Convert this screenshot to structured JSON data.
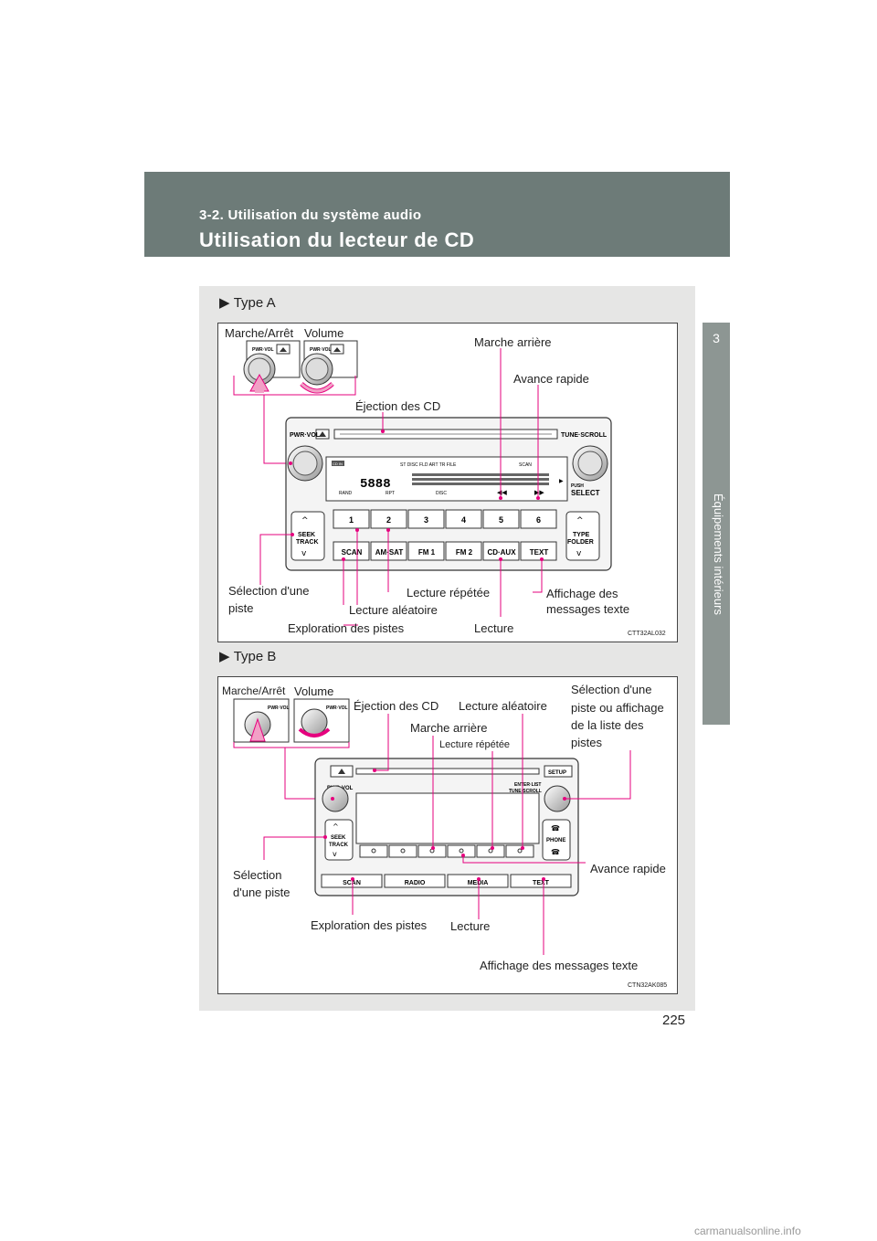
{
  "header": {
    "section": "3-2. Utilisation du système audio",
    "title": "Utilisation du lecteur de CD"
  },
  "sidetab": {
    "number": "3",
    "label": "Équipements intérieurs"
  },
  "typeA": {
    "heading": "Type A",
    "labels": {
      "power": "Marche/Arrêt",
      "volume": "Volume",
      "rewind": "Marche arrière",
      "fastforward": "Avance rapide",
      "eject": "Éjection des CD",
      "track_select_1": "Sélection d'une",
      "track_select_2": "piste",
      "repeat": "Lecture répétée",
      "text_display_1": "Affichage des",
      "text_display_2": "messages texte",
      "random": "Lecture aléatoire",
      "scan": "Exploration des pistes",
      "play": "Lecture"
    },
    "code": "CTT32AL032",
    "unit": {
      "pwr_vol": "PWR·VOL",
      "tune_scroll": "TUNE·SCROLL",
      "push": "PUSH",
      "select": "SELECT",
      "seek": "SEEK",
      "track": "TRACK",
      "type": "TYPE",
      "folder": "FOLDER",
      "presets": [
        "1",
        "2",
        "3",
        "4",
        "5",
        "6"
      ],
      "bottom_buttons": [
        "SCAN",
        "AM·SAT",
        "FM 1",
        "FM 2",
        "CD·AUX",
        "TEXT"
      ],
      "display_top": "ST    DISC         FLD  ART   TR   FILE",
      "display_scan": "SCAN",
      "display_cdin": "CD IN",
      "display_rand": "RAND",
      "display_rpt": "RPT",
      "display_disc": "DISC"
    }
  },
  "typeB": {
    "heading": "Type B",
    "labels": {
      "power": "Marche/Arrêt",
      "volume": "Volume",
      "eject": "Éjection des CD",
      "random": "Lecture aléatoire",
      "list_1": "Sélection d'une",
      "list_2": "piste ou affichage",
      "list_3": "de la liste des",
      "list_4": "pistes",
      "rewind": "Marche arrière",
      "repeat": "Lecture répétée",
      "fastforward": "Avance rapide",
      "track_select_1": "Sélection",
      "track_select_2": "d'une piste",
      "scan": "Exploration des pistes",
      "play": "Lecture",
      "text_display": "Affichage des messages texte"
    },
    "code": "CTN32AK085",
    "unit": {
      "setup": "SETUP",
      "pwr_vol": "PWR·VOL",
      "enter_list": "ENTER·LIST",
      "tune_scroll": "TUNE·SCROLL",
      "seek": "SEEK",
      "track": "TRACK",
      "phone": "PHONE",
      "bottom_buttons": [
        "SCAN",
        "RADIO",
        "MEDIA",
        "TEXT"
      ]
    }
  },
  "page_number": "225",
  "watermark": "carmanualsonline.info",
  "colors": {
    "header": "#6d7b78",
    "tab": "#8d9693",
    "callout": "#e6007e",
    "panel": "#e6e6e5"
  }
}
